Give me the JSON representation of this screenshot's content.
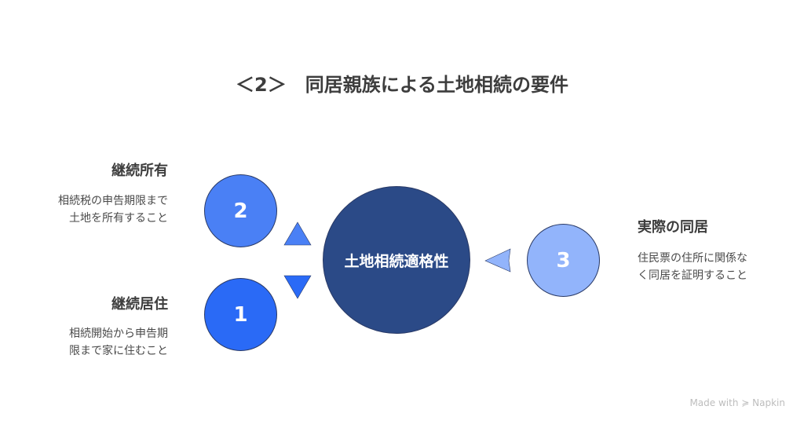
{
  "title": "＜2＞　同居親族による土地相続の要件",
  "center": {
    "label": "土地相続適格性",
    "color": "#2b4a87"
  },
  "items": [
    {
      "number": "2",
      "heading": "継続所有",
      "desc_lines": [
        "相続税の申告期限まで",
        "土地を所有すること"
      ],
      "color": "#4a80f5"
    },
    {
      "number": "1",
      "heading": "継続居住",
      "desc_lines": [
        "相続開始から申告期",
        "限まで家に住むこと"
      ],
      "color": "#2a6af6"
    },
    {
      "number": "3",
      "heading": "実際の同居",
      "desc_lines": [
        "住民票の住所に関係な",
        "く同居を証明すること"
      ],
      "color": "#92b4fb"
    }
  ],
  "footer": {
    "made_with": "Made with",
    "brand": "Napkin"
  }
}
